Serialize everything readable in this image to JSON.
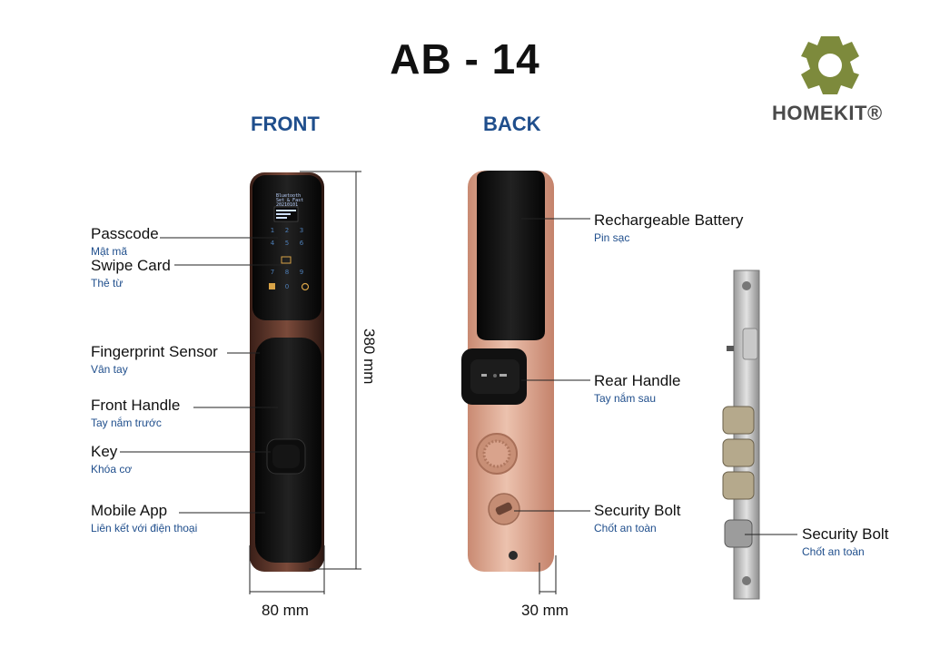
{
  "title": "AB - 14",
  "brand": {
    "name": "HOMEKIT®",
    "color": "#7d8a3c"
  },
  "views": {
    "front": "FRONT",
    "back": "BACK"
  },
  "front_labels": [
    {
      "main": "Passcode",
      "sub": "Mật mã"
    },
    {
      "main": "Swipe Card",
      "sub": "Thẻ từ"
    },
    {
      "main": "Fingerprint Sensor",
      "sub": "Vân tay"
    },
    {
      "main": "Front Handle",
      "sub": "Tay nắm trước"
    },
    {
      "main": "Key",
      "sub": "Khóa cơ"
    },
    {
      "main": "Mobile App",
      "sub": "Liên kết với điện thoại"
    }
  ],
  "back_labels": [
    {
      "main": "Rechargeable Battery",
      "sub": "Pin sạc"
    },
    {
      "main": "Rear Handle",
      "sub": "Tay nắm sau"
    },
    {
      "main": "Security Bolt",
      "sub": "Chốt an toàn"
    }
  ],
  "mortise_label": {
    "main": "Security Bolt",
    "sub": "Chốt an toàn"
  },
  "dimensions": {
    "height": "380 mm",
    "width": "80 mm",
    "depth": "30 mm"
  },
  "screen_text": [
    "Bluetooth",
    "Set & Fast",
    "20210101"
  ],
  "keypad": [
    "1",
    "2",
    "3",
    "4",
    "5",
    "6",
    "7",
    "8",
    "9",
    "0"
  ],
  "colors": {
    "accent_blue": "#1f4e8c",
    "rose_gold": "#d9a38c",
    "lock_black": "#141414"
  }
}
